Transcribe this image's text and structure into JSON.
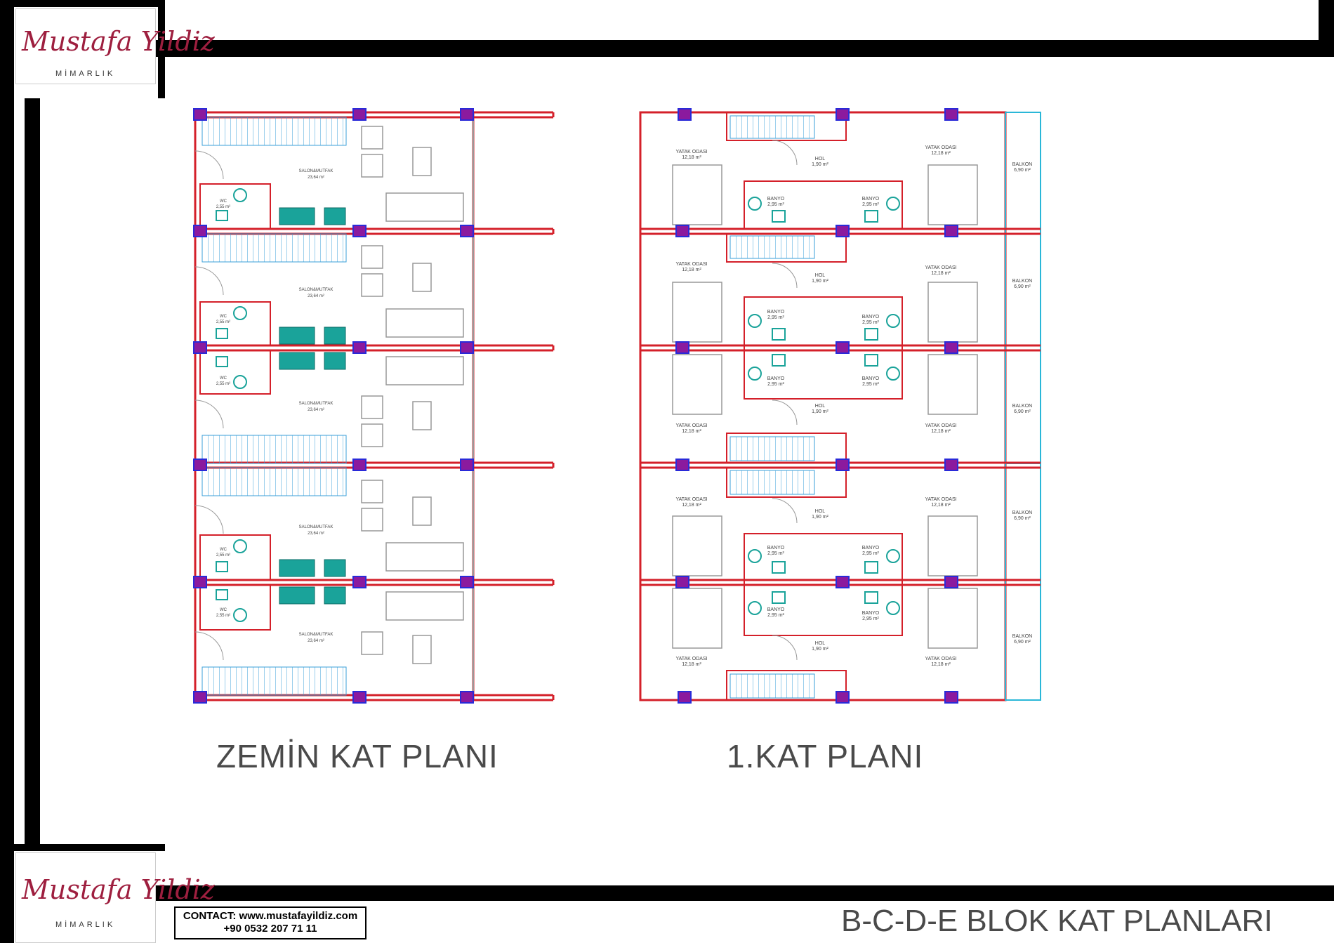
{
  "logo": {
    "script_text": "Mustafa Yildiz",
    "sub_text": "MİMARLIK"
  },
  "plans": {
    "ground": {
      "title": "ZEMİN KAT PLANI",
      "rooms": [
        {
          "name": "SALON&MUTFAK",
          "area": "23,64 m²"
        },
        {
          "name": "WC",
          "area": "2,55 m²"
        }
      ]
    },
    "first": {
      "title": "1.KAT PLANI",
      "rooms": [
        {
          "name": "YATAK ODASI",
          "area": "12,18 m²"
        },
        {
          "name": "HOL",
          "area": "1,90 m²"
        },
        {
          "name": "BANYO",
          "area": "2,95 m²"
        },
        {
          "name": "BALKON",
          "area": "6,90 m²"
        }
      ]
    }
  },
  "footer": {
    "contact_line1": "CONTACT:  www.mustafayildiz.com",
    "contact_line2": "+90 0532 207 71 11",
    "document_title": "B-C-D-E BLOK KAT PLANLARI"
  },
  "colors": {
    "wall": "#d4202a",
    "column": "#8b1a9e",
    "stair": "#3a9fd8",
    "fixture": "#1aa39a",
    "balcony": "#2ab7d8"
  }
}
